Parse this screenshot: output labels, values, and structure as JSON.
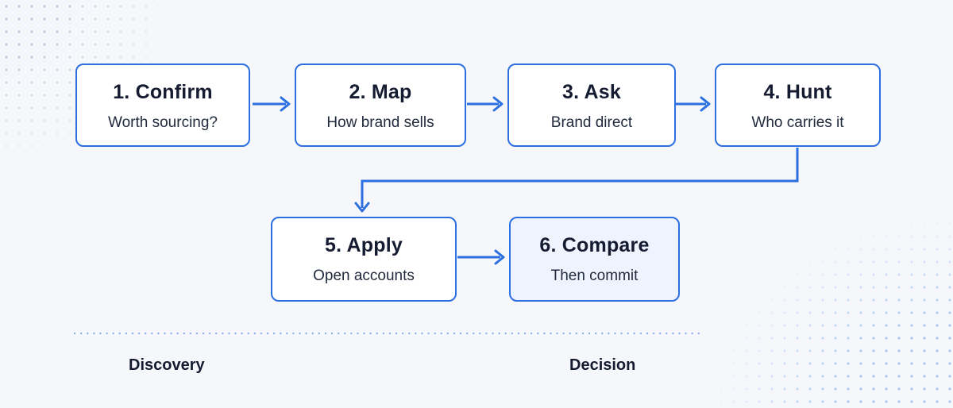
{
  "steps": [
    {
      "title": "1. Confirm",
      "subtitle": "Worth sourcing?"
    },
    {
      "title": "2. Map",
      "subtitle": "How brand sells"
    },
    {
      "title": "3. Ask",
      "subtitle": "Brand direct"
    },
    {
      "title": "4. Hunt",
      "subtitle": "Who carries it"
    },
    {
      "title": "5. Apply",
      "subtitle": "Open accounts"
    },
    {
      "title": "6. Compare",
      "subtitle": "Then commit"
    }
  ],
  "phases": {
    "discovery": "Discovery",
    "decision": "Decision"
  },
  "colors": {
    "accent": "#2b6fe0",
    "final_fill": "#eef3fd",
    "background": "#f6f7fb",
    "text": "#151b30"
  }
}
